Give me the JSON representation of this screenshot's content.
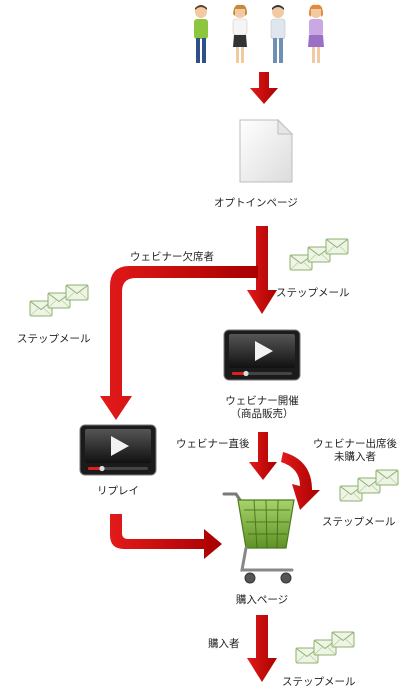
{
  "colors": {
    "arrow": "#cc0000",
    "arrow_dark": "#8a0000",
    "cart": "#7fb33b",
    "player": "#2b2b2b",
    "envelope": "#c9ddb4"
  },
  "nodes": {
    "audience": {
      "icon": "people-icon"
    },
    "optin": {
      "label": "オプトインページ",
      "icon": "document-icon"
    },
    "webinar": {
      "label_line1": "ウェビナー開催",
      "label_line2": "（商品販売）",
      "icon": "video-player-icon"
    },
    "replay": {
      "label": "リプレイ",
      "icon": "video-player-icon"
    },
    "purchase": {
      "label": "購入ページ",
      "icon": "shopping-cart-icon"
    }
  },
  "edges": {
    "absent": "ウェビナー欠席者",
    "right_after": "ウェビナー直後",
    "after_attend_line1": "ウェビナー出席後",
    "after_attend_line2": "未購入者",
    "buyers": "購入者"
  },
  "step_mail": {
    "optin_to_webinar": "ステップメール",
    "absent_to_replay": "ステップメール",
    "after_webinar": "ステップメール",
    "buyers": "ステップメール"
  }
}
